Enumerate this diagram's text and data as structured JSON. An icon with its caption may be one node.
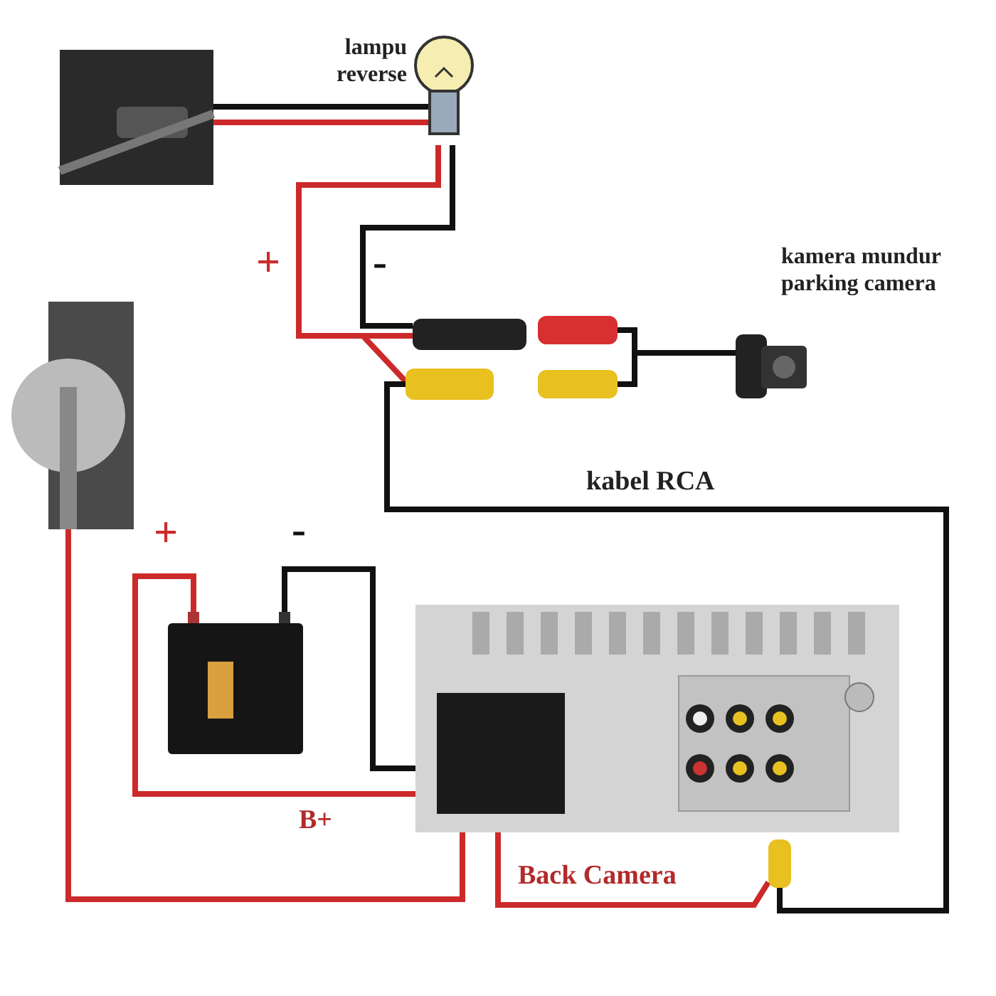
{
  "diagram": {
    "nodes": [
      {
        "text": [],
        "shape": "picture"
      },
      {
        "text": [
          "lampu reverse"
        ]
      },
      {
        "text": [],
        "shape": "box"
      },
      {
        "text": [],
        "shape": "box"
      },
      {
        "text": [],
        "shape": "box"
      },
      {
        "text": [],
        "shape": "box"
      },
      {
        "text": [
          "kamera mundur parking camera"
        ]
      },
      {
        "text": [],
        "shape": "picture"
      },
      {
        "text": [],
        "shape": "picture"
      },
      {
        "text": [],
        "shape": "picture"
      },
      {
        "text": [],
        "shape": "box"
      }
    ],
    "edges": [
      {
        "from": 0,
        "to": 1,
        "arrow": "none"
      },
      {
        "from": 0,
        "to": 1,
        "arrow": "none",
        "color": "#cc2a2a"
      },
      {
        "from": 1,
        "to": 2,
        "arrow": "none",
        "color": "#cc2a2a"
      },
      {
        "from": 1,
        "to": 3,
        "arrow": "none",
        "color": "#cc2a2a"
      },
      {
        "from": 1,
        "to": 2,
        "arrow": "none"
      },
      {
        "from": 4,
        "to": 6,
        "arrow": "none"
      },
      {
        "from": 5,
        "to": 6,
        "arrow": "none"
      },
      {
        "from": 3,
        "to": 10,
        "arrow": "none",
        "label": "kabel RCA"
      },
      {
        "from": 8,
        "to": 9,
        "arrow": "none",
        "label": "B+",
        "color": "#cc2a2a"
      },
      {
        "from": 8,
        "to": 9,
        "arrow": "none"
      },
      {
        "from": 7,
        "to": 9,
        "arrow": "none",
        "color": "#cc2a2a"
      },
      {
        "from": 9,
        "to": 10,
        "arrow": "none",
        "label": "Back Camera",
        "color": "#cc2a2a"
      }
    ],
    "labels": [
      "+",
      "-",
      "+",
      "-"
    ]
  }
}
